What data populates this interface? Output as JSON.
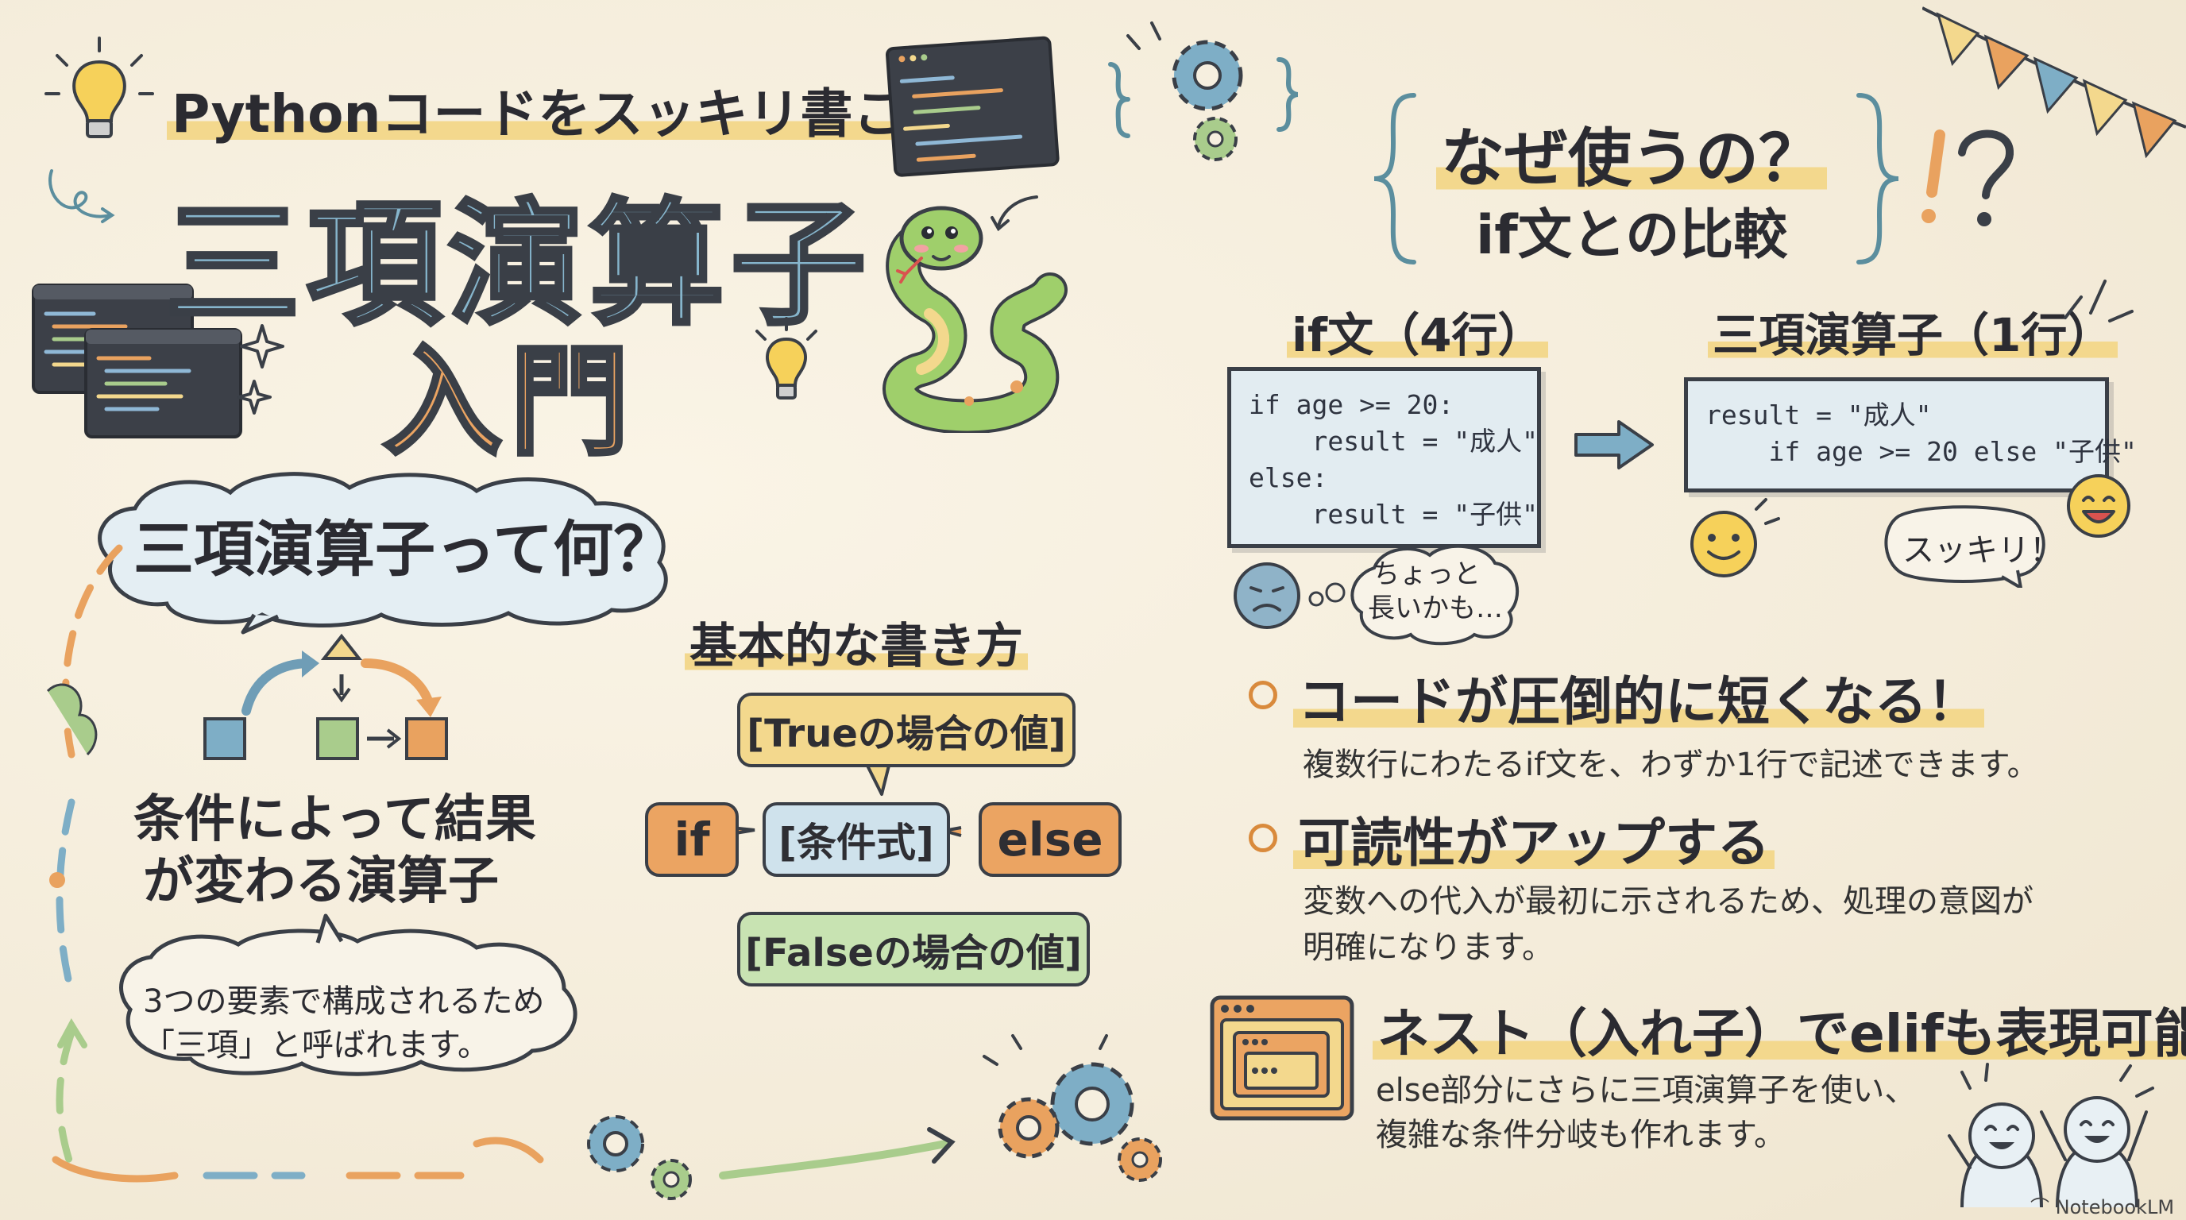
{
  "header": {
    "subtitle": "Pythonコードをスッキリ書こう！",
    "title_main": "三項演算子",
    "title_sub": "入門"
  },
  "what": {
    "bubble": "三項演算子って何？",
    "desc_line1": "条件によって結果",
    "desc_line2": "が変わる演算子",
    "note_line1": "3つの要素で構成されるため",
    "note_line2": "「三項」と呼ばれます。"
  },
  "syntax": {
    "heading": "基本的な書き方",
    "true_value": "[Trueの場合の値]",
    "kw_if": "if",
    "condition": "[条件式]",
    "kw_else": "else",
    "false_value": "[Falseの場合の値]"
  },
  "why": {
    "heading_line1": "なぜ使うの？",
    "heading_line2": "if文との比較",
    "if_label": "if文（4行）",
    "ternary_label": "三項演算子（1行）",
    "if_code": [
      "if age >= 20:",
      "    result = \"成人\"",
      "else:",
      "    result = \"子供\""
    ],
    "ternary_code": [
      "result = \"成人\"",
      "    if age >= 20 else \"子供\""
    ],
    "sad_bubble_line1": "ちょっと",
    "sad_bubble_line2": "長いかも…",
    "happy_bubble": "スッキリ！"
  },
  "benefits": [
    {
      "title": "コードが圧倒的に短くなる！",
      "body_line1": "複数行にわたるif文を、わずか1行で記述できます。",
      "body_line2": ""
    },
    {
      "title": "可読性がアップする",
      "body_line1": "変数への代入が最初に示されるため、処理の意図が",
      "body_line2": "明確になります。"
    },
    {
      "title": "ネスト（入れ子）でelifも表現可能",
      "body_line1": "else部分にさらに三項演算子を使い、",
      "body_line2": "複雑な条件分岐も作れます。"
    }
  ],
  "watermark": "NotebookLM",
  "colors": {
    "background": "#f6efdf",
    "blue": "#7eaec6",
    "orange": "#e9a25f",
    "green": "#a9cc8c",
    "yellow": "#f3d88d",
    "outline": "#3a3f47"
  }
}
